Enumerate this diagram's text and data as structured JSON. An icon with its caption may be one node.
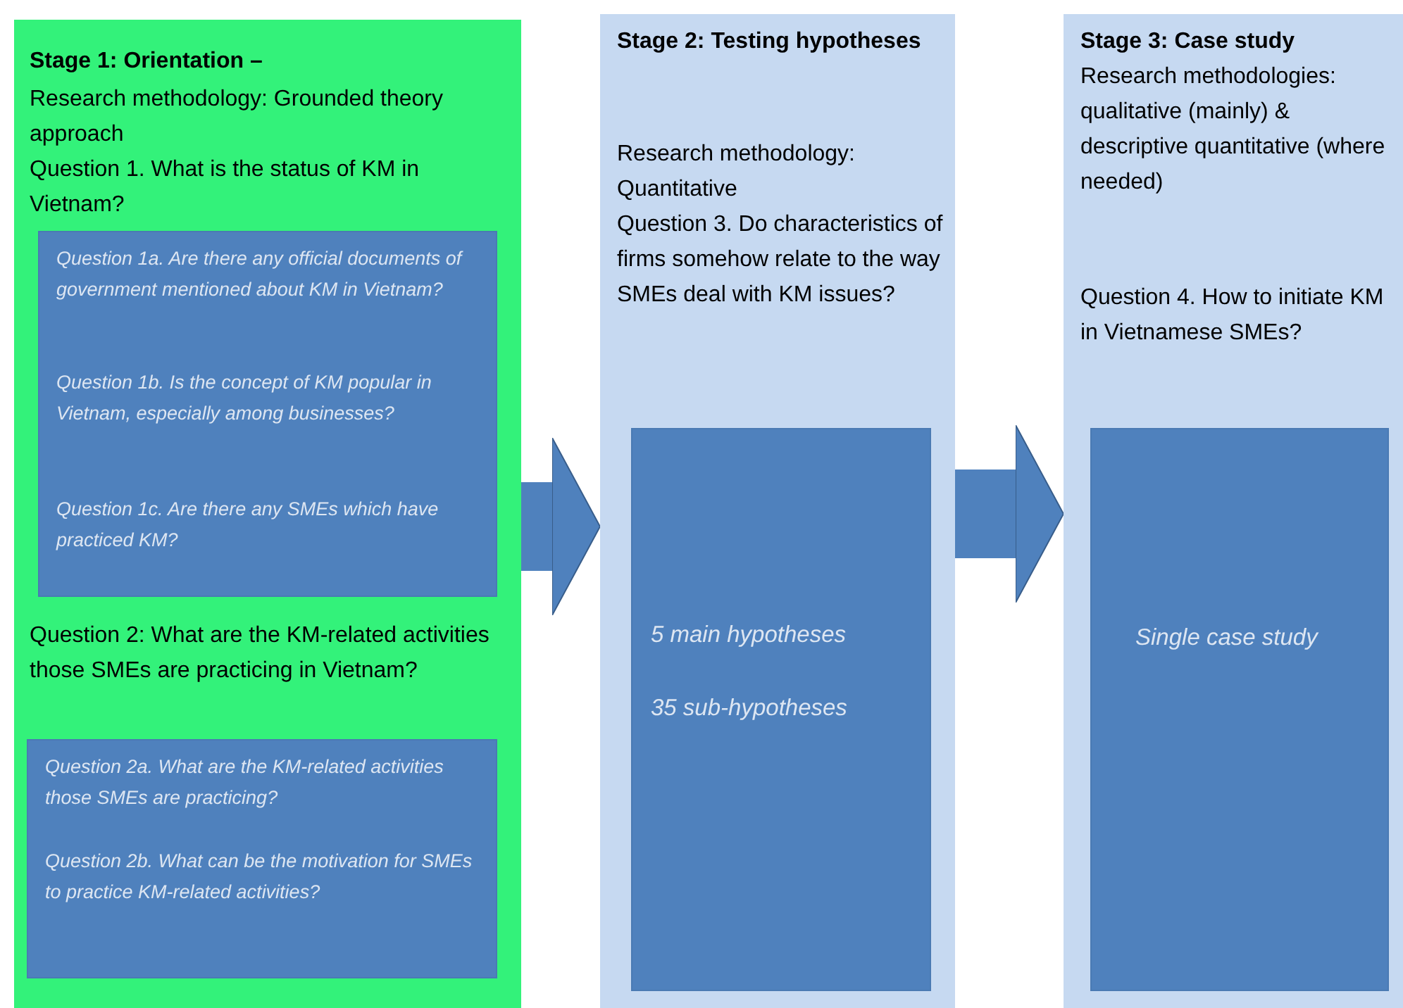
{
  "diagram": {
    "nodes": [
      {
        "text": [
          "Stage 1: Orientation –",
          "Research methodology: Grounded theory approach",
          "Question 1. What is the status of KM in Vietnam?",
          "Question 2: What are the KM-related activities those SMEs are practicing in Vietnam?"
        ]
      },
      {
        "text": [
          "Question 1a. Are there any official documents of government mentioned about KM in Vietnam?",
          "Question 1b. Is the concept of KM popular in Vietnam, especially among businesses?",
          "Question 1c. Are there any SMEs which have practiced KM?"
        ],
        "in": 0
      },
      {
        "text": [
          "Question 2a. What are the KM-related activities those SMEs are practicing?",
          "Question 2b. What can be the motivation for SMEs to practice KM-related activities?"
        ],
        "in": 0
      },
      {
        "text": [
          "Stage 2: Testing hypotheses",
          "Research methodology: Quantitative",
          "Question 3.  Do characteristics of firms somehow relate to the way SMEs deal with KM issues?"
        ]
      },
      {
        "text": [
          "5 main hypotheses",
          "35 sub-hypotheses"
        ],
        "in": 3
      },
      {
        "text": [
          "Stage 3: Case study",
          "Research methodologies: qualitative (mainly) & descriptive quantitative (where needed)",
          "Question 4. How to initiate KM in Vietnamese SMEs?"
        ]
      },
      {
        "text": [
          "Single case study"
        ],
        "in": 5
      }
    ],
    "edges": [
      {
        "from": 0,
        "to": 3,
        "arrow": "to"
      },
      {
        "from": 3,
        "to": 5,
        "arrow": "to"
      }
    ]
  }
}
